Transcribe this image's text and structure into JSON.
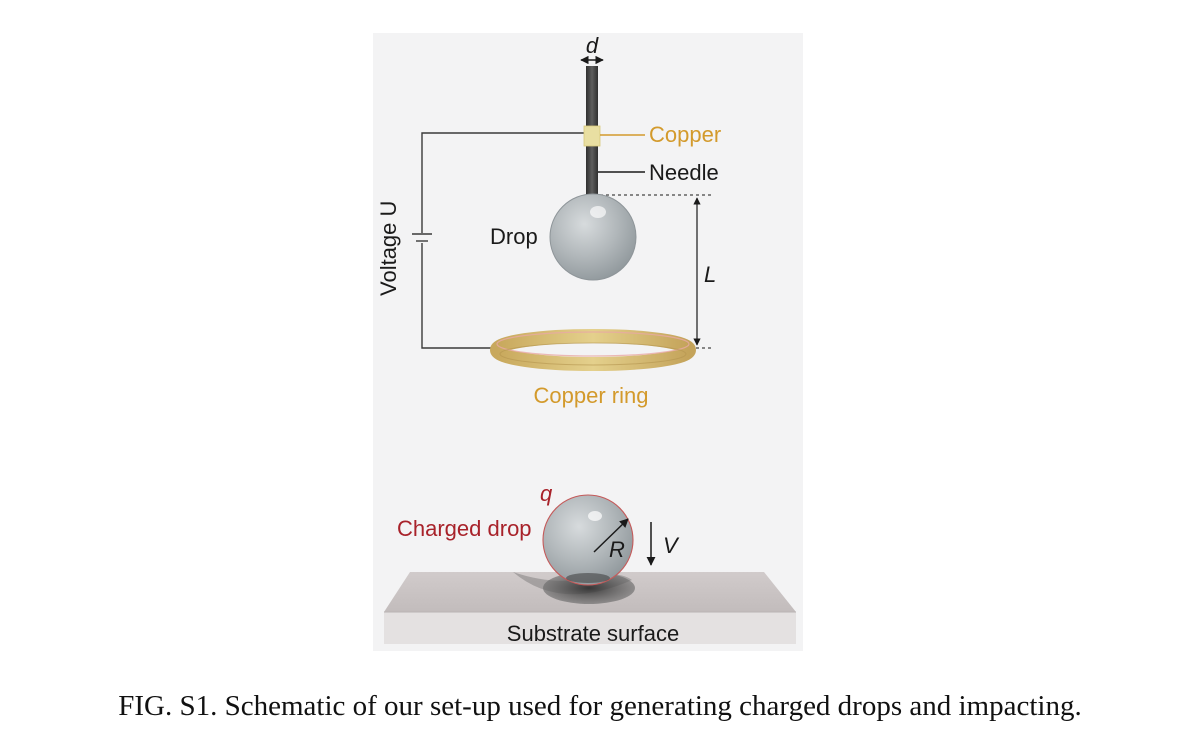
{
  "figure": {
    "labels": {
      "d": "d",
      "copper": "Copper",
      "needle": "Needle",
      "drop": "Drop",
      "voltage": "Voltage U",
      "length": "L",
      "copper_ring": "Copper ring",
      "charge": "q",
      "charged_drop": "Charged drop",
      "radius": "R",
      "velocity": "V",
      "substrate": "Substrate surface"
    },
    "colors": {
      "panel_background": "#f3f3f4",
      "copper_text": "#d39a2c",
      "charged_text": "#a8222a",
      "needle": "#4a4a4a",
      "copper_band": "#e9dfa2",
      "drop": "#a9afb2",
      "ring": "#c9ae6a",
      "substrate": "#c9c3c3"
    }
  },
  "caption": "FIG. S1. Schematic of our set-up used for generating charged drops and impacting."
}
